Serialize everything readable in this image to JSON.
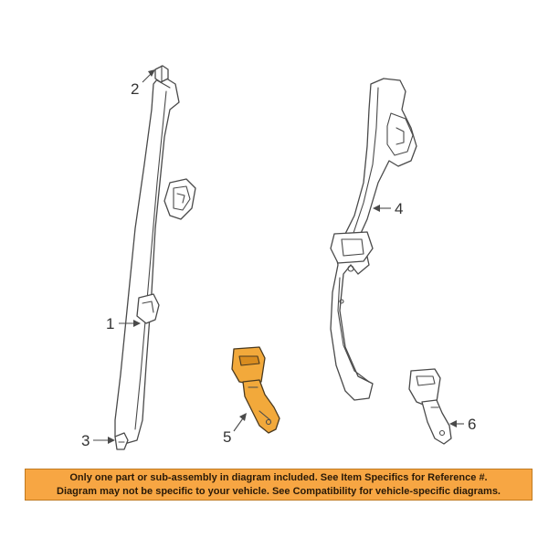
{
  "callouts": {
    "c1": "1",
    "c2": "2",
    "c3": "3",
    "c4": "4",
    "c5": "5",
    "c6": "6"
  },
  "notice": {
    "line1": "Only one part or sub-assembly in diagram included. See Item Specifics for Reference #.",
    "line2": "Diagram may not be specific to your vehicle. See Compatibility for vehicle-specific diagrams."
  },
  "colors": {
    "highlight": "#f2a93b",
    "banner": "#f7a643"
  }
}
